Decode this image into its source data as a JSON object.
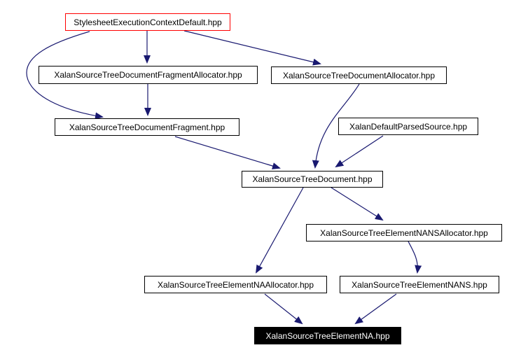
{
  "diagram": {
    "colors": {
      "background": "#ffffff",
      "edge": "#191970",
      "node_border": "#000000",
      "node_background": "#ffffff",
      "node_text": "#000000",
      "root_border": "#ff0000",
      "selected_background": "#000000",
      "selected_text": "#ffffff"
    },
    "nodes": [
      {
        "id": "stylesheet-execution-context-default",
        "label": "StylesheetExecutionContextDefault.hpp",
        "variant": "highlighted"
      },
      {
        "id": "xalan-source-tree-document-fragment-allocator",
        "label": "XalanSourceTreeDocumentFragmentAllocator.hpp",
        "variant": "normal"
      },
      {
        "id": "xalan-source-tree-document-allocator",
        "label": "XalanSourceTreeDocumentAllocator.hpp",
        "variant": "normal"
      },
      {
        "id": "xalan-source-tree-document-fragment",
        "label": "XalanSourceTreeDocumentFragment.hpp",
        "variant": "normal"
      },
      {
        "id": "xalan-default-parsed-source",
        "label": "XalanDefaultParsedSource.hpp",
        "variant": "normal"
      },
      {
        "id": "xalan-source-tree-document",
        "label": "XalanSourceTreeDocument.hpp",
        "variant": "normal"
      },
      {
        "id": "xalan-source-tree-element-nans-allocator",
        "label": "XalanSourceTreeElementNANSAllocator.hpp",
        "variant": "normal"
      },
      {
        "id": "xalan-source-tree-element-na-allocator",
        "label": "XalanSourceTreeElementNAAllocator.hpp",
        "variant": "normal"
      },
      {
        "id": "xalan-source-tree-element-nans",
        "label": "XalanSourceTreeElementNANS.hpp",
        "variant": "normal"
      },
      {
        "id": "xalan-source-tree-element-na",
        "label": "XalanSourceTreeElementNA.hpp",
        "variant": "selected"
      }
    ],
    "edges": [
      {
        "from": "StylesheetExecutionContextDefault.hpp",
        "to": "XalanSourceTreeDocumentFragmentAllocator.hpp"
      },
      {
        "from": "StylesheetExecutionContextDefault.hpp",
        "to": "XalanSourceTreeDocumentAllocator.hpp"
      },
      {
        "from": "StylesheetExecutionContextDefault.hpp",
        "to": "XalanSourceTreeDocumentFragment.hpp"
      },
      {
        "from": "XalanSourceTreeDocumentFragmentAllocator.hpp",
        "to": "XalanSourceTreeDocumentFragment.hpp"
      },
      {
        "from": "XalanSourceTreeDocumentAllocator.hpp",
        "to": "XalanSourceTreeDocument.hpp"
      },
      {
        "from": "XalanDefaultParsedSource.hpp",
        "to": "XalanSourceTreeDocument.hpp"
      },
      {
        "from": "XalanSourceTreeDocumentFragment.hpp",
        "to": "XalanSourceTreeDocument.hpp"
      },
      {
        "from": "XalanSourceTreeDocument.hpp",
        "to": "XalanSourceTreeElementNANSAllocator.hpp"
      },
      {
        "from": "XalanSourceTreeDocument.hpp",
        "to": "XalanSourceTreeElementNAAllocator.hpp"
      },
      {
        "from": "XalanSourceTreeElementNANSAllocator.hpp",
        "to": "XalanSourceTreeElementNANS.hpp"
      },
      {
        "from": "XalanSourceTreeElementNAAllocator.hpp",
        "to": "XalanSourceTreeElementNA.hpp"
      },
      {
        "from": "XalanSourceTreeElementNANS.hpp",
        "to": "XalanSourceTreeElementNA.hpp"
      }
    ]
  }
}
